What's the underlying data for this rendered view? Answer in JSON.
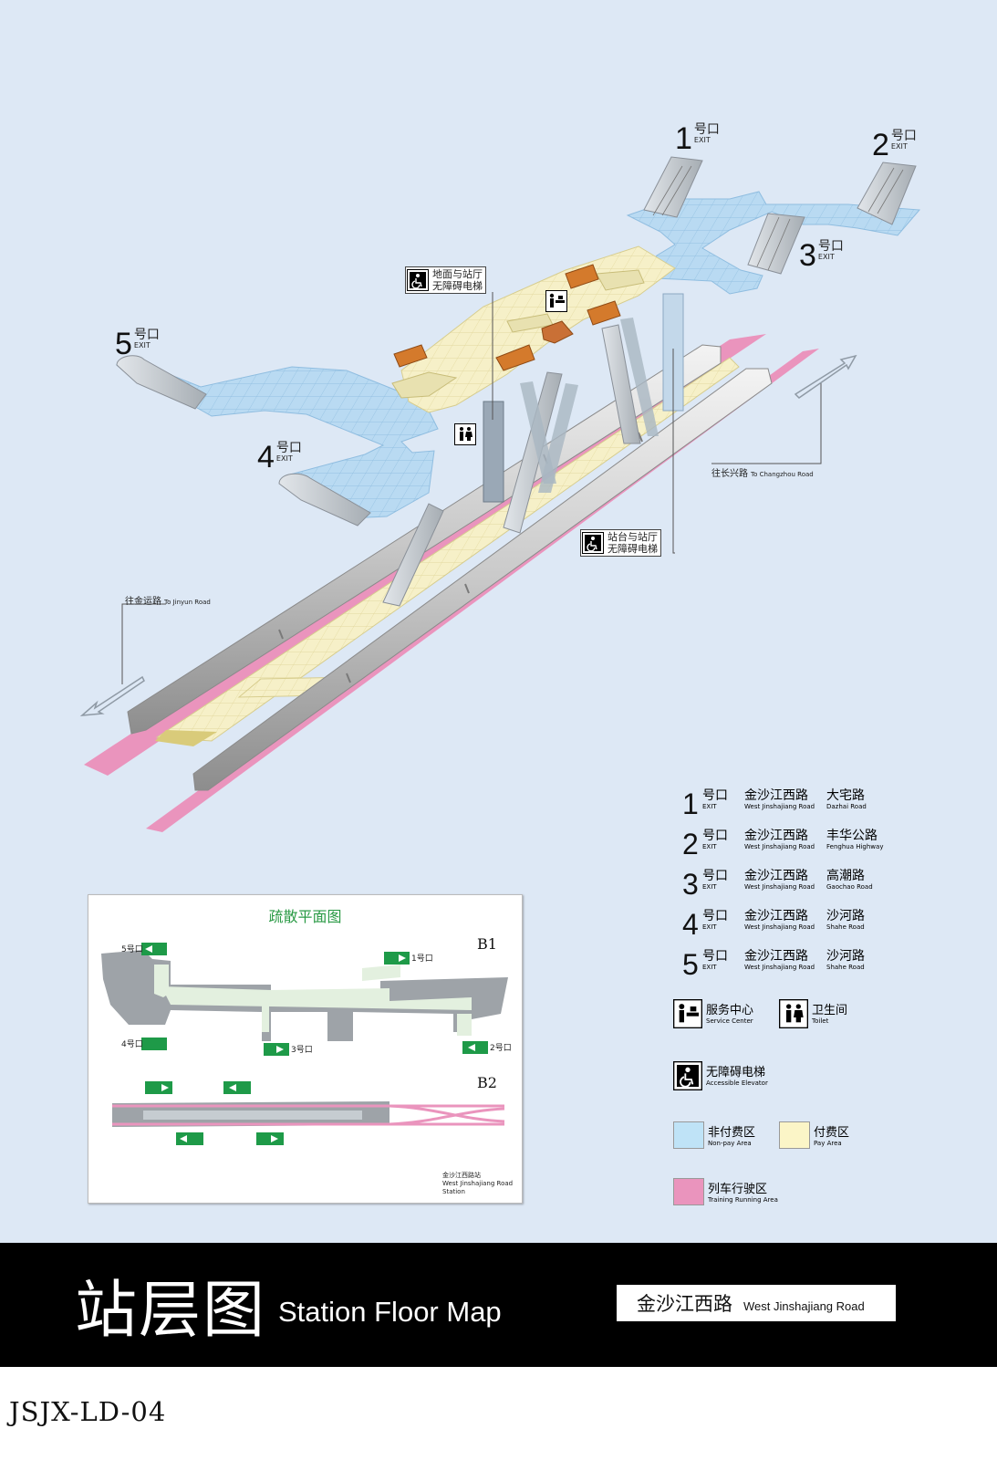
{
  "exits": [
    {
      "num": "1",
      "cn": "号口",
      "en": "EXIT"
    },
    {
      "num": "2",
      "cn": "号口",
      "en": "EXIT"
    },
    {
      "num": "3",
      "cn": "号口",
      "en": "EXIT"
    },
    {
      "num": "4",
      "cn": "号口",
      "en": "EXIT"
    },
    {
      "num": "5",
      "cn": "号口",
      "en": "EXIT"
    }
  ],
  "map": {
    "elevator_ground": {
      "lines": [
        "地面与站厅",
        "无障碍电梯"
      ]
    },
    "elevator_platform": {
      "lines": [
        "站台与站厅",
        "无障碍电梯"
      ]
    },
    "to_changzhou": {
      "cn": "往长兴路",
      "en": "To Changzhou Road"
    },
    "to_jinyun": {
      "cn": "往金运路",
      "en": "To Jinyun Road"
    }
  },
  "legend": {
    "exits": [
      {
        "num": "1",
        "cn": "号口",
        "en": "EXIT",
        "road1_cn": "金沙江西路",
        "road1_en": "West Jinshajiang Road",
        "road2_cn": "大宅路",
        "road2_en": "Dazhai Road"
      },
      {
        "num": "2",
        "cn": "号口",
        "en": "EXIT",
        "road1_cn": "金沙江西路",
        "road1_en": "West Jinshajiang Road",
        "road2_cn": "丰华公路",
        "road2_en": "Fenghua Highway"
      },
      {
        "num": "3",
        "cn": "号口",
        "en": "EXIT",
        "road1_cn": "金沙江西路",
        "road1_en": "West Jinshajiang Road",
        "road2_cn": "高潮路",
        "road2_en": "Gaochao Road"
      },
      {
        "num": "4",
        "cn": "号口",
        "en": "EXIT",
        "road1_cn": "金沙江西路",
        "road1_en": "West Jinshajiang Road",
        "road2_cn": "沙河路",
        "road2_en": "Shahe Road"
      },
      {
        "num": "5",
        "cn": "号口",
        "en": "EXIT",
        "road1_cn": "金沙江西路",
        "road1_en": "West Jinshajiang Road",
        "road2_cn": "沙河路",
        "road2_en": "Shahe Road"
      }
    ],
    "service": {
      "cn": "服务中心",
      "en": "Service Center"
    },
    "toilet": {
      "cn": "卫生间",
      "en": "Toilet"
    },
    "elevator": {
      "cn": "无障碍电梯",
      "en": "Accessible Elevator"
    },
    "nonpay": {
      "cn": "非付费区",
      "en": "Non-pay Area",
      "color": "#bfe3f7"
    },
    "pay": {
      "cn": "付费区",
      "en": "Pay Area",
      "color": "#fbf5c7"
    },
    "train": {
      "cn": "列车行驶区",
      "en": "Training Running Area",
      "color": "#ea94bd"
    }
  },
  "evac": {
    "title": "疏散平面图",
    "b1": "B1",
    "b2": "B2",
    "exit_labels": [
      "5号口",
      "4号口",
      "1号口",
      "3号口",
      "2号口"
    ],
    "station_cn": "金沙江西路站",
    "station_en": "West Jinshajiang Road Station"
  },
  "banner": {
    "cn": "站层图",
    "en": "Station Floor Map",
    "station_cn": "金沙江西路",
    "station_en": "West Jinshajiang Road"
  },
  "doc_code": "JSJX-LD-04"
}
